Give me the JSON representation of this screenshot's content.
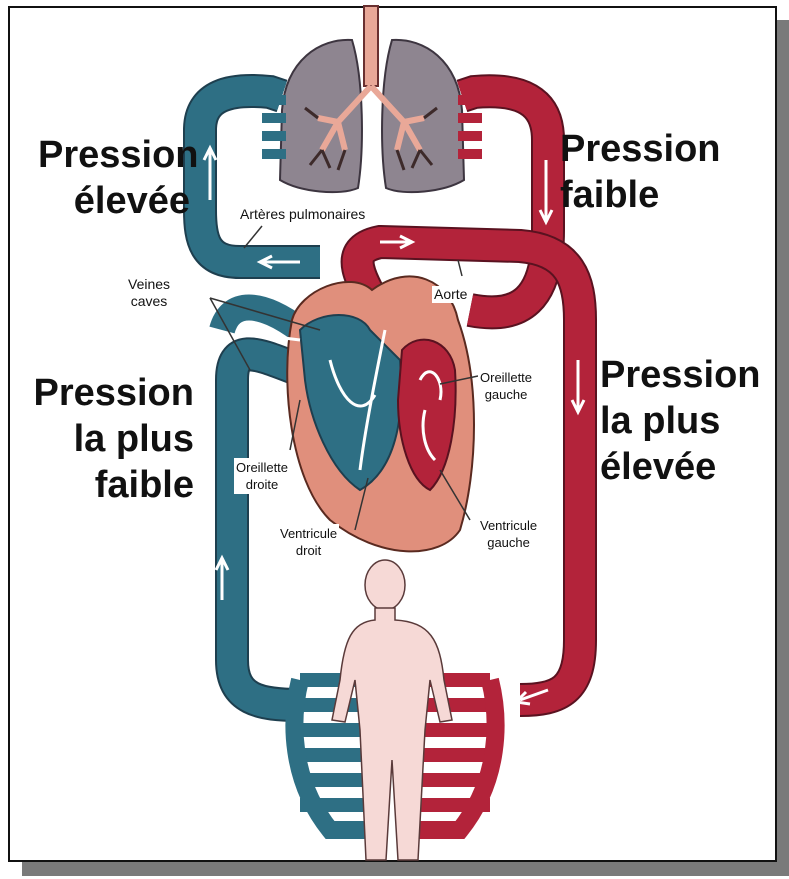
{
  "labels": {
    "pression_elevee": [
      "Pression",
      "élevée"
    ],
    "pression_faible": [
      "Pression",
      "faible"
    ],
    "pression_plus_faible": [
      "Pression",
      "la plus",
      "faible"
    ],
    "pression_plus_elevee": [
      "Pression",
      "la plus",
      "élevée"
    ],
    "arteres_pulmonaires": "Artères pulmonaires",
    "aorte": "Aorte",
    "veines_caves": [
      "Veines",
      "caves"
    ],
    "oreillette_gauche": [
      "Oreillette",
      "gauche"
    ],
    "oreillette_droite": [
      "Oreillette",
      "droite"
    ],
    "ventricule_droit": [
      "Ventricule",
      "droit"
    ],
    "ventricule_gauche": [
      "Ventricule",
      "gauche"
    ]
  },
  "colors": {
    "deoxygenated": "#2e6f84",
    "oxygenated": "#b3233a",
    "heart": "#e08f7c",
    "lungs": "#8e8590",
    "body": "#f6d9d6",
    "trachea": "#e9a898"
  }
}
